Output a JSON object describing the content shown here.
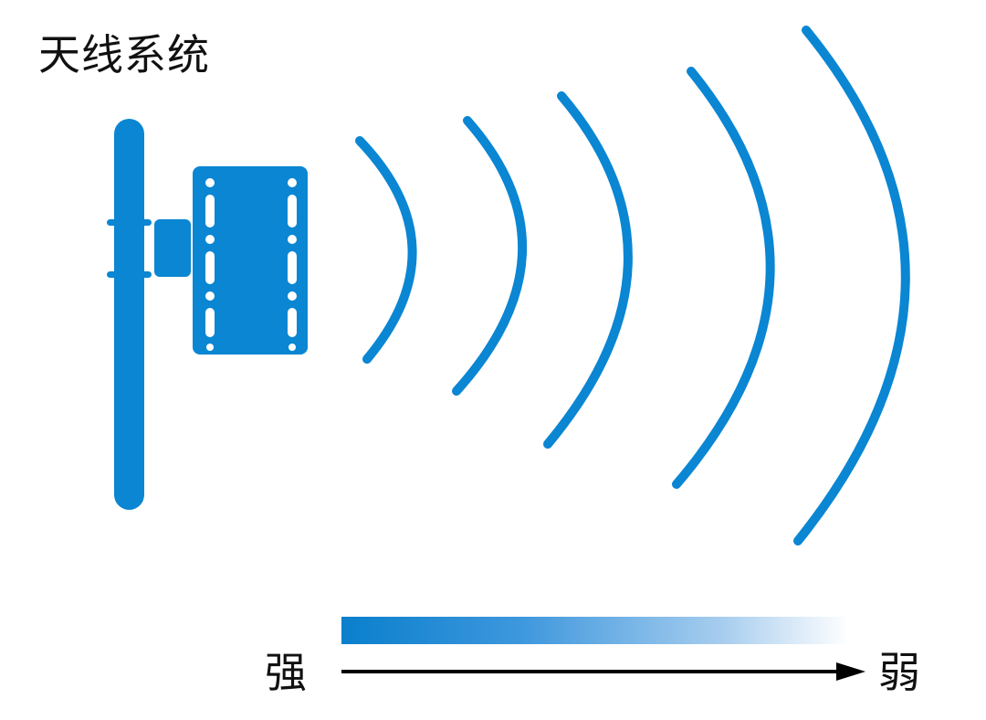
{
  "title": "天线系统",
  "scale": {
    "strong_label": "强",
    "weak_label": "弱"
  },
  "colors": {
    "antenna": "#0a86d3",
    "arrow": "#000000",
    "text": "#111111"
  },
  "icons": {
    "antenna": "antenna-icon",
    "waves": "signal-wave-icon",
    "arrow": "arrow-right-icon"
  }
}
